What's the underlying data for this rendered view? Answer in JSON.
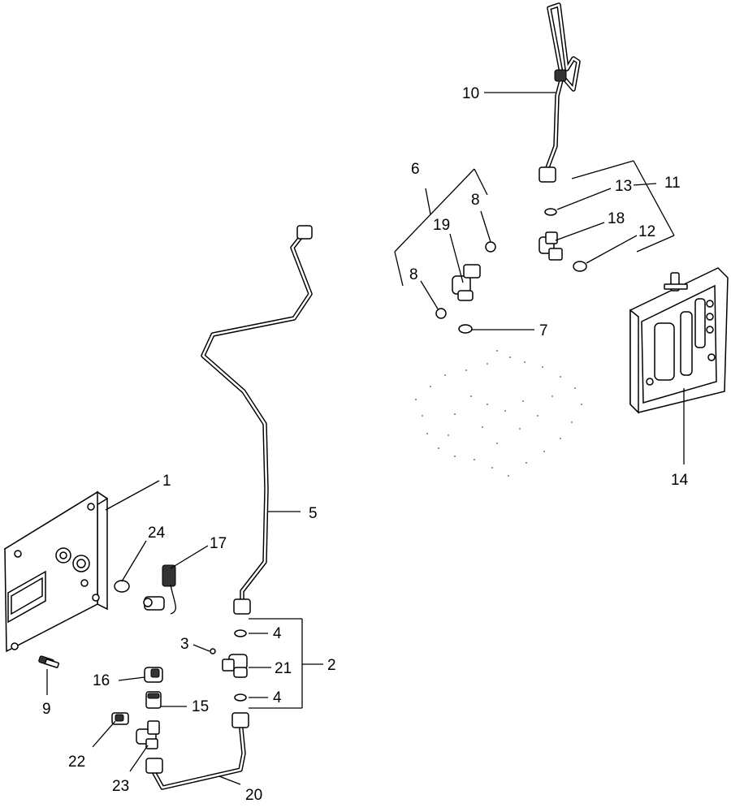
{
  "callouts": {
    "c1": "1",
    "c2": "2",
    "c3": "3",
    "c4a": "4",
    "c4b": "4",
    "c5": "5",
    "c6": "6",
    "c7": "7",
    "c8a": "8",
    "c8b": "8",
    "c9": "9",
    "c10": "10",
    "c11": "11",
    "c12": "12",
    "c13": "13",
    "c14": "14",
    "c15": "15",
    "c16": "16",
    "c17": "17",
    "c18": "18",
    "c19": "19",
    "c20": "20",
    "c21": "21",
    "c22": "22",
    "c23": "23",
    "c24": "24"
  }
}
